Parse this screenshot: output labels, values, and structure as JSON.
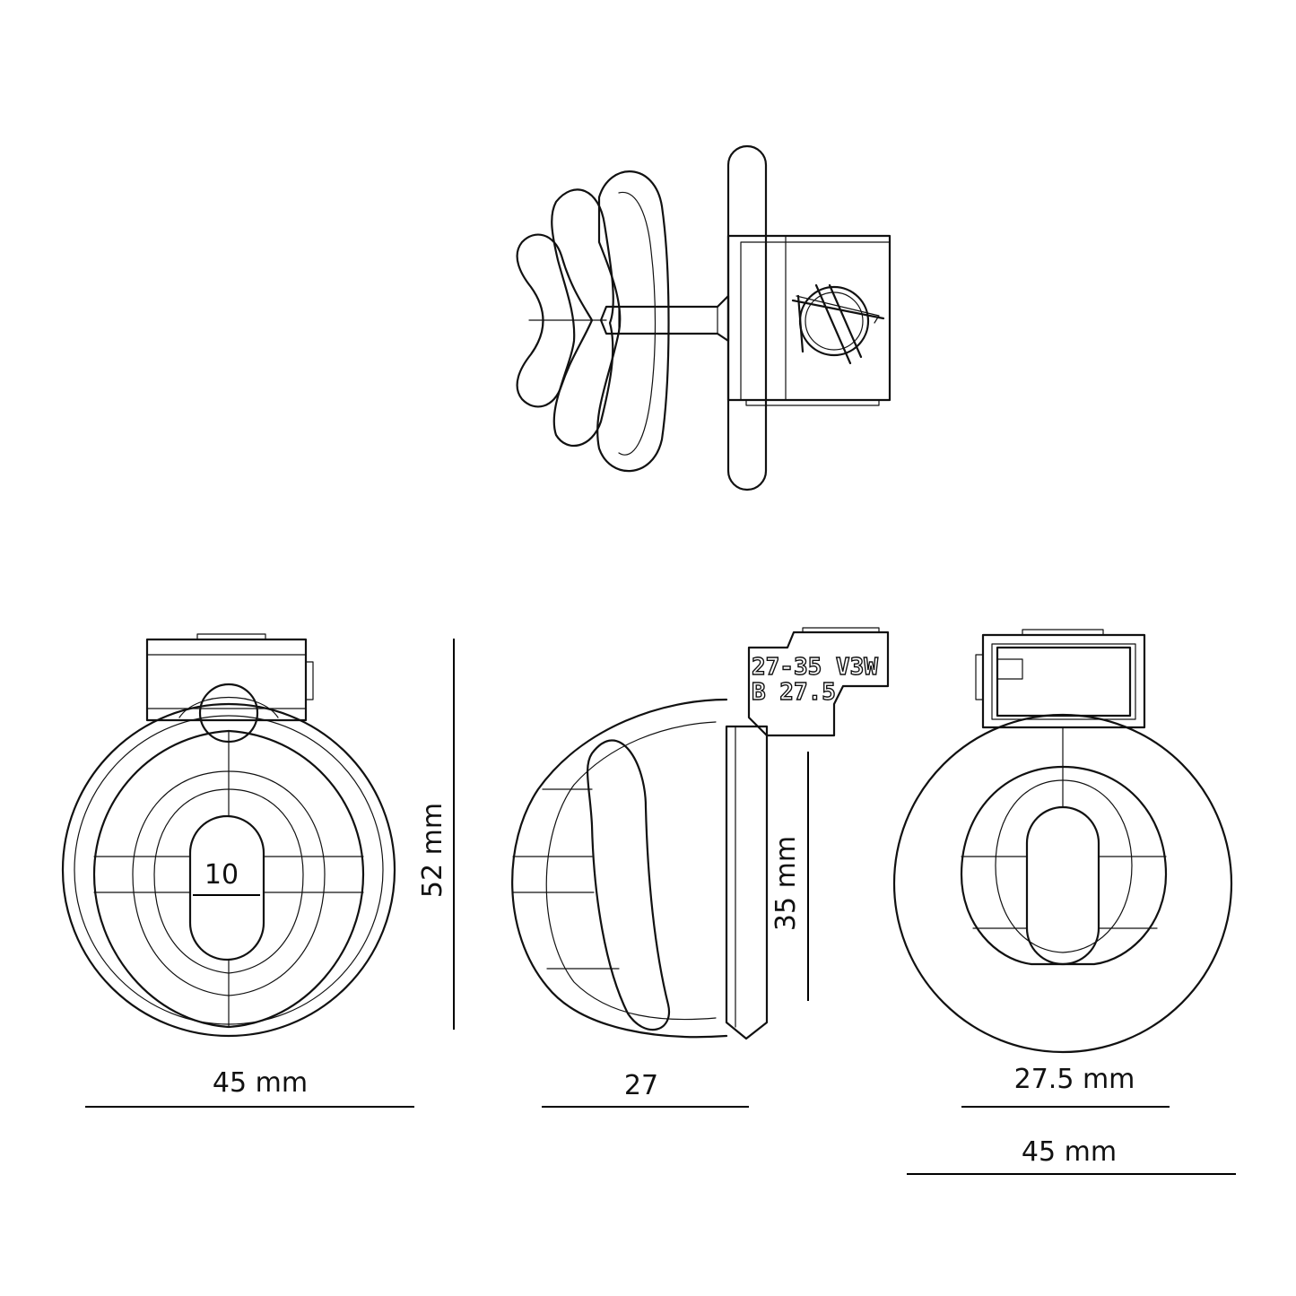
{
  "dimensions": {
    "front_width": "45 mm",
    "front_height": "52 mm",
    "front_opening": "10",
    "side_depth": "27",
    "side_height": "35 mm",
    "back_inner_width": "27.5 mm",
    "back_outer_width": "45 mm"
  },
  "engraving": {
    "line1": "27-35 V3W",
    "line2": "B 27.5"
  },
  "colors": {
    "line": "#111111",
    "background": "#ffffff"
  }
}
